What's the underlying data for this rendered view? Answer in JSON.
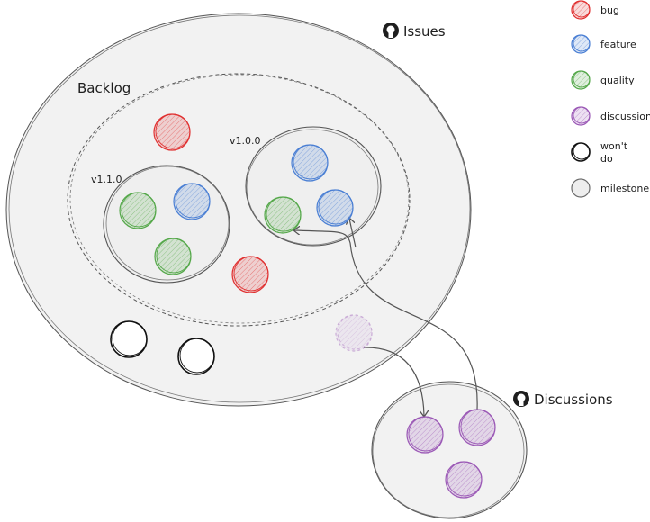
{
  "colors": {
    "bug": "#e03131",
    "feature": "#4a7fd4",
    "quality": "#55a84a",
    "discussion": "#9b59b6",
    "wont_do": "#111111",
    "milestone": "#6d6d6d",
    "background_fill": "#efefef"
  },
  "legend": [
    {
      "key": "bug",
      "label": "bug"
    },
    {
      "key": "feature",
      "label": "feature"
    },
    {
      "key": "quality",
      "label": "quality"
    },
    {
      "key": "discussion",
      "label": "discussion"
    },
    {
      "key": "wont_do",
      "label_line1": "won't",
      "label_line2": "do"
    },
    {
      "key": "milestone",
      "label": "milestone"
    }
  ],
  "issues": {
    "title": "Issues",
    "icon": "github-icon"
  },
  "discussions": {
    "title": "Discussions",
    "icon": "github-icon"
  },
  "backlog": {
    "title": "Backlog"
  },
  "milestones": [
    {
      "title": "v1.1.0"
    },
    {
      "title": "v1.0.0"
    }
  ]
}
